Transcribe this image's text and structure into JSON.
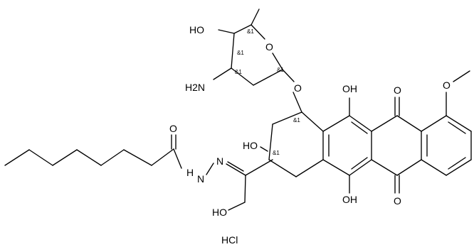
{
  "molecule": {
    "atoms": {
      "ho_sugar": "HO",
      "o_ring": "O",
      "nh2": "H2N",
      "o_glycosidic": "O",
      "oh_top": "OH",
      "o_quinone_top": "O",
      "o_methoxy": "O",
      "o_amide": "O",
      "n_hydrazide": "N",
      "nh_hydrazide": "H",
      "n_hydrazone": "N",
      "ho_ring": "HO",
      "oh_bottom": "OH",
      "o_quinone_bottom": "O",
      "ho_ch2": "HO"
    },
    "stereo_tags": [
      "&1",
      "&1",
      "&1",
      "&1",
      "&1",
      "&1"
    ],
    "salt": "HCl"
  }
}
